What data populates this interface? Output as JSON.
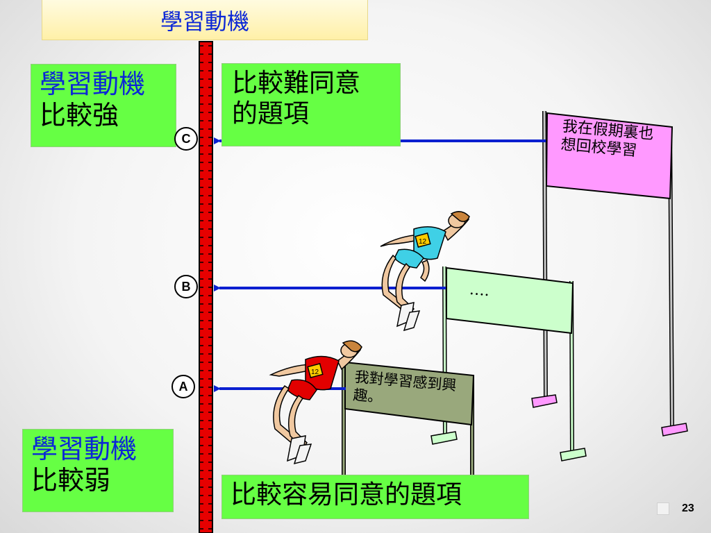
{
  "title": "學習動機",
  "strong_box": {
    "line1": "學習動機",
    "line2": "比較強"
  },
  "weak_box": {
    "line1": "學習動機",
    "line2": "比較弱"
  },
  "hard_box": {
    "line1": "比較難同意",
    "line2": "的題項"
  },
  "easy_box": {
    "text": "比較容易同意的題項"
  },
  "markers": {
    "c": "C",
    "b": "B",
    "a": "A"
  },
  "signs": {
    "high": "我在假期裏也想回校學習",
    "mid": "….",
    "low": "我對學習感到興趣。"
  },
  "bib_number": "12",
  "page_number": "23",
  "colors": {
    "accent_blue": "#0b27d6",
    "box_green": "#66ff44",
    "pole_red": "#e60000",
    "arrow_blue": "#0a1fd0",
    "sign_pink": "#ff99ff",
    "sign_light_green": "#ccffcc",
    "sign_olive": "#99a87c"
  }
}
